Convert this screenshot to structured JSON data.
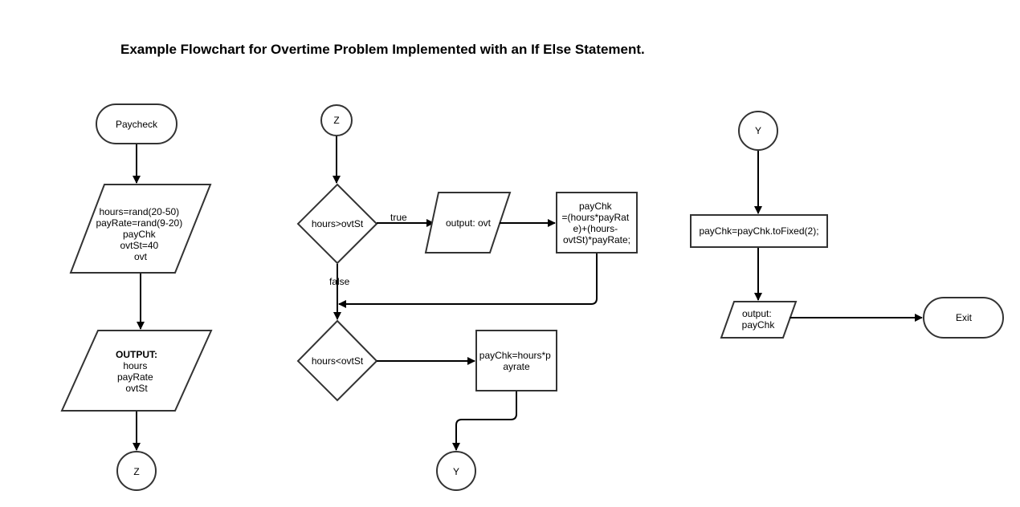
{
  "title": "Example Flowchart for Overtime Problem Implemented with an If Else Statement.",
  "nodes": {
    "paycheck": "Paycheck",
    "init": [
      "hours=rand(20-50)",
      "payRate=rand(9-20)",
      "payChk",
      "ovtSt=40",
      "ovt"
    ],
    "output1_heading": "OUTPUT:",
    "output1": [
      "hours",
      "payRate",
      "ovtSt"
    ],
    "connector_z1": "Z",
    "connector_z2": "Z",
    "decision1": "hours>ovtSt",
    "output_ovt": "output: ovt",
    "calc_ovt": [
      "payChk",
      "=(hours*payRat",
      "e)+(hours-",
      "ovtSt)*payRate;"
    ],
    "decision2": "hours<ovtSt",
    "calc_reg": [
      "payChk=hours*p",
      "ayrate"
    ],
    "connector_y1": "Y",
    "connector_y2": "Y",
    "tofixed": "payChk=payChk.toFixed(2);",
    "output_paychk": [
      "output:",
      "payChk"
    ],
    "exit": "Exit"
  },
  "edge_labels": {
    "true": "true",
    "false": "false"
  }
}
